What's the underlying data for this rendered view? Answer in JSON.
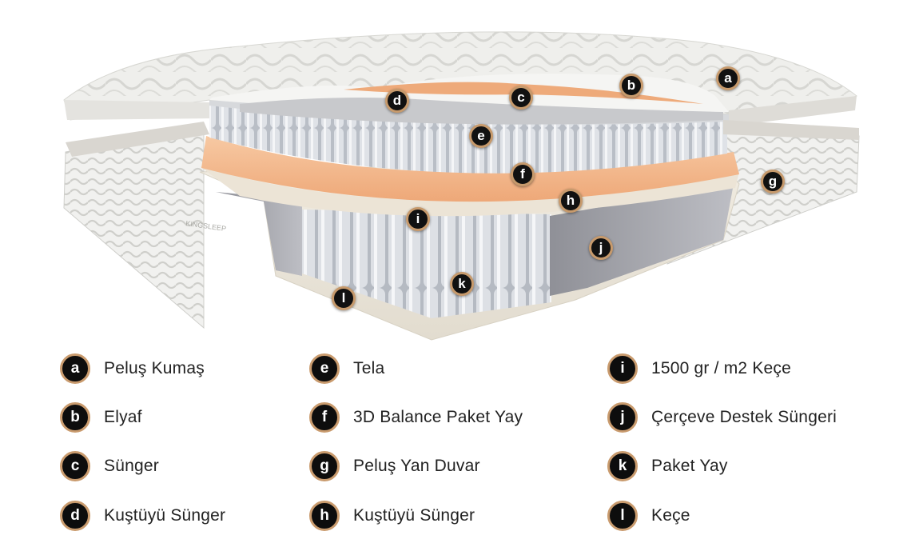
{
  "brand_mark": "KINGSLEEP",
  "layers": [
    {
      "key": "a",
      "label": "Peluş Kumaş"
    },
    {
      "key": "b",
      "label": "Elyaf"
    },
    {
      "key": "c",
      "label": "Sünger"
    },
    {
      "key": "d",
      "label": "Kuştüyü Sünger"
    },
    {
      "key": "e",
      "label": "Tela"
    },
    {
      "key": "f",
      "label": "3D Balance Paket Yay"
    },
    {
      "key": "g",
      "label": "Peluş Yan Duvar"
    },
    {
      "key": "h",
      "label": "Kuştüyü Sünger"
    },
    {
      "key": "i",
      "label": "1500 gr / m2 Keçe"
    },
    {
      "key": "j",
      "label": "Çerçeve Destek Süngeri"
    },
    {
      "key": "k",
      "label": "Paket Yay"
    },
    {
      "key": "l",
      "label": "Keçe"
    }
  ],
  "colors": {
    "badge_fill": "#0d0d0d",
    "badge_ring": "#c99b6e",
    "foam_orange": "#f2b283",
    "spring_grey": "#c9cdd4"
  }
}
